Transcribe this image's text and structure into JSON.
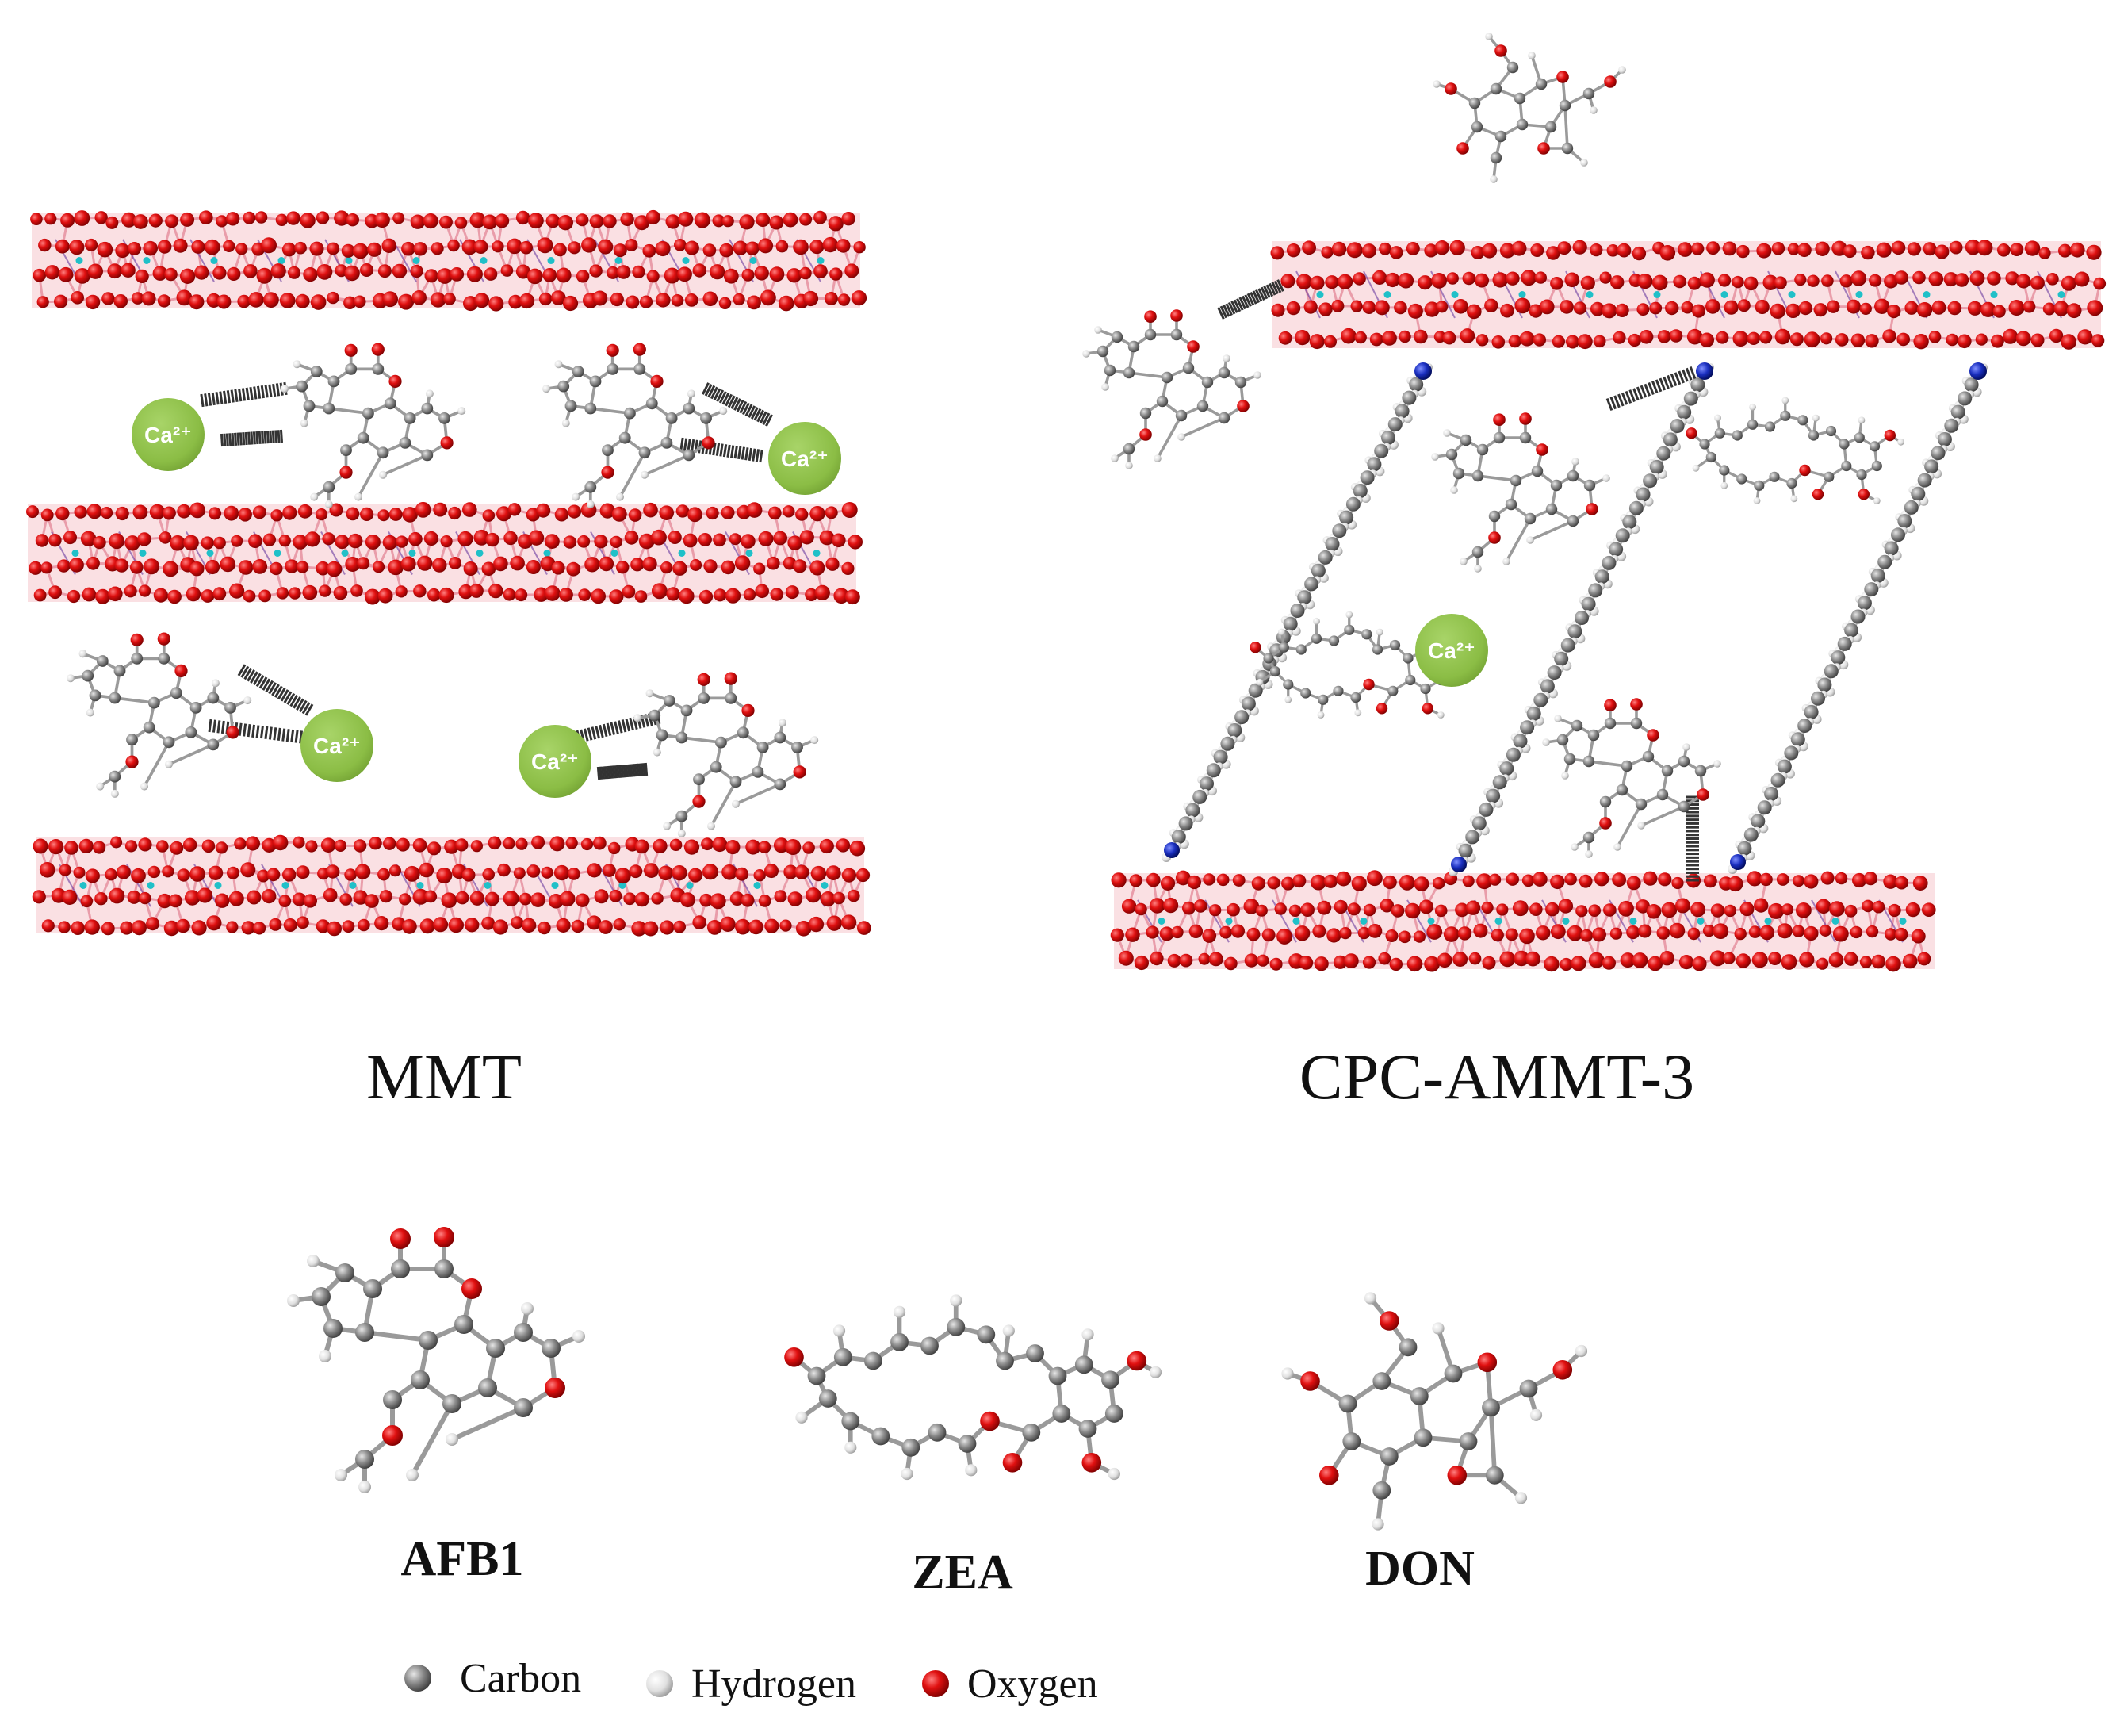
{
  "panels": {
    "left_title": "MMT",
    "right_title": "CPC-AMMT-3"
  },
  "ion": {
    "label": "Ca²⁺",
    "color": "#8bbd45"
  },
  "molecules": [
    {
      "name": "AFB1"
    },
    {
      "name": "ZEA"
    },
    {
      "name": "DON"
    }
  ],
  "legend": [
    {
      "label": "Carbon",
      "color": "#808080"
    },
    {
      "label": "Hydrogen",
      "color": "#d9d9d9"
    },
    {
      "label": "Oxygen",
      "color": "#e01010"
    }
  ],
  "colors": {
    "oxygen": "#e01010",
    "carbon": "#8a8a8a",
    "hydrogen": "#e6e6e6",
    "nitrogen": "#1a2fbf",
    "silicon": "#20c0c8",
    "clay_bond": "#f0a0a8"
  }
}
